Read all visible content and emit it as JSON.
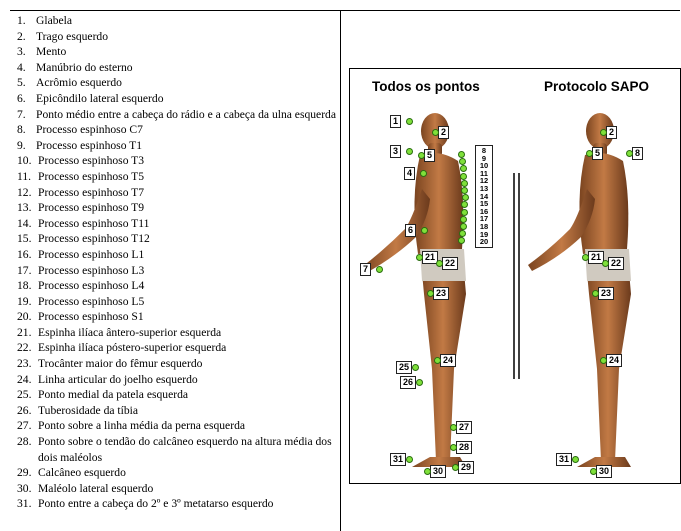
{
  "landmarks": [
    {
      "n": "1.",
      "text": "Glabela"
    },
    {
      "n": "2.",
      "text": "Trago esquerdo"
    },
    {
      "n": "3.",
      "text": "Mento"
    },
    {
      "n": "4.",
      "text": "Manúbrio do esterno"
    },
    {
      "n": "5.",
      "text": "Acrômio esquerdo"
    },
    {
      "n": "6.",
      "text": "Epicôndilo lateral esquerdo"
    },
    {
      "n": "7.",
      "text": "Ponto médio entre a cabeça do rádio e a cabeça da ulna esquerda"
    },
    {
      "n": "8.",
      "text": "Processo espinhoso C7"
    },
    {
      "n": "9.",
      "text": "Processo espinhoso T1"
    },
    {
      "n": "10.",
      "text": "Processo espinhoso T3"
    },
    {
      "n": "11.",
      "text": "Processo espinhoso T5"
    },
    {
      "n": "12.",
      "text": "Processo espinhoso T7"
    },
    {
      "n": "13.",
      "text": "Processo espinhoso T9"
    },
    {
      "n": "14.",
      "text": "Processo espinhoso T11"
    },
    {
      "n": "15.",
      "text": "Processo espinhoso T12"
    },
    {
      "n": "16.",
      "text": "Processo espinhoso L1"
    },
    {
      "n": "17.",
      "text": "Processo espinhoso L3"
    },
    {
      "n": "18.",
      "text": "Processo espinhoso L4"
    },
    {
      "n": "19.",
      "text": "Processo espinhoso L5"
    },
    {
      "n": "20.",
      "text": "Processo espinhoso S1"
    },
    {
      "n": "21.",
      "text": "Espinha ilíaca ântero-superior esquerda"
    },
    {
      "n": "22.",
      "text": "Espinha ilíaca póstero-superior esquerda"
    },
    {
      "n": "23.",
      "text": "Trocânter maior do fêmur esquerdo"
    },
    {
      "n": "24.",
      "text": "Linha articular do joelho esquerdo"
    },
    {
      "n": "25.",
      "text": "Ponto medial da patela esquerda"
    },
    {
      "n": "26.",
      "text": "Tuberosidade da tíbia"
    },
    {
      "n": "27.",
      "text": "Ponto sobre a linha média da perna esquerda"
    },
    {
      "n": "28.",
      "text": "Ponto sobre o tendão do calcâneo esquerdo na altura média dos dois maléolos"
    },
    {
      "n": "29.",
      "text": "Calcâneo esquerdo"
    },
    {
      "n": "30.",
      "text": "Maléolo lateral esquerdo"
    },
    {
      "n": "31.",
      "text": "Ponto entre a cabeça do 2º e 3º metatarso esquerdo"
    }
  ],
  "figure": {
    "title_left": "Todos os pontos",
    "title_right": "Protocolo SAPO",
    "spine_labels": [
      "8",
      "9",
      "10",
      "11",
      "12",
      "13",
      "14",
      "15",
      "16",
      "17",
      "18",
      "19",
      "20"
    ],
    "left_markers": [
      "1",
      "2",
      "3",
      "5",
      "4",
      "6",
      "7",
      "21",
      "22",
      "23",
      "24",
      "25",
      "26",
      "27",
      "28",
      "31",
      "30",
      "29"
    ],
    "right_markers": [
      "2",
      "5",
      "8",
      "21",
      "22",
      "23",
      "24",
      "31",
      "30"
    ],
    "marker_color": "#7fe03a",
    "skin_color": "#b8713f"
  }
}
